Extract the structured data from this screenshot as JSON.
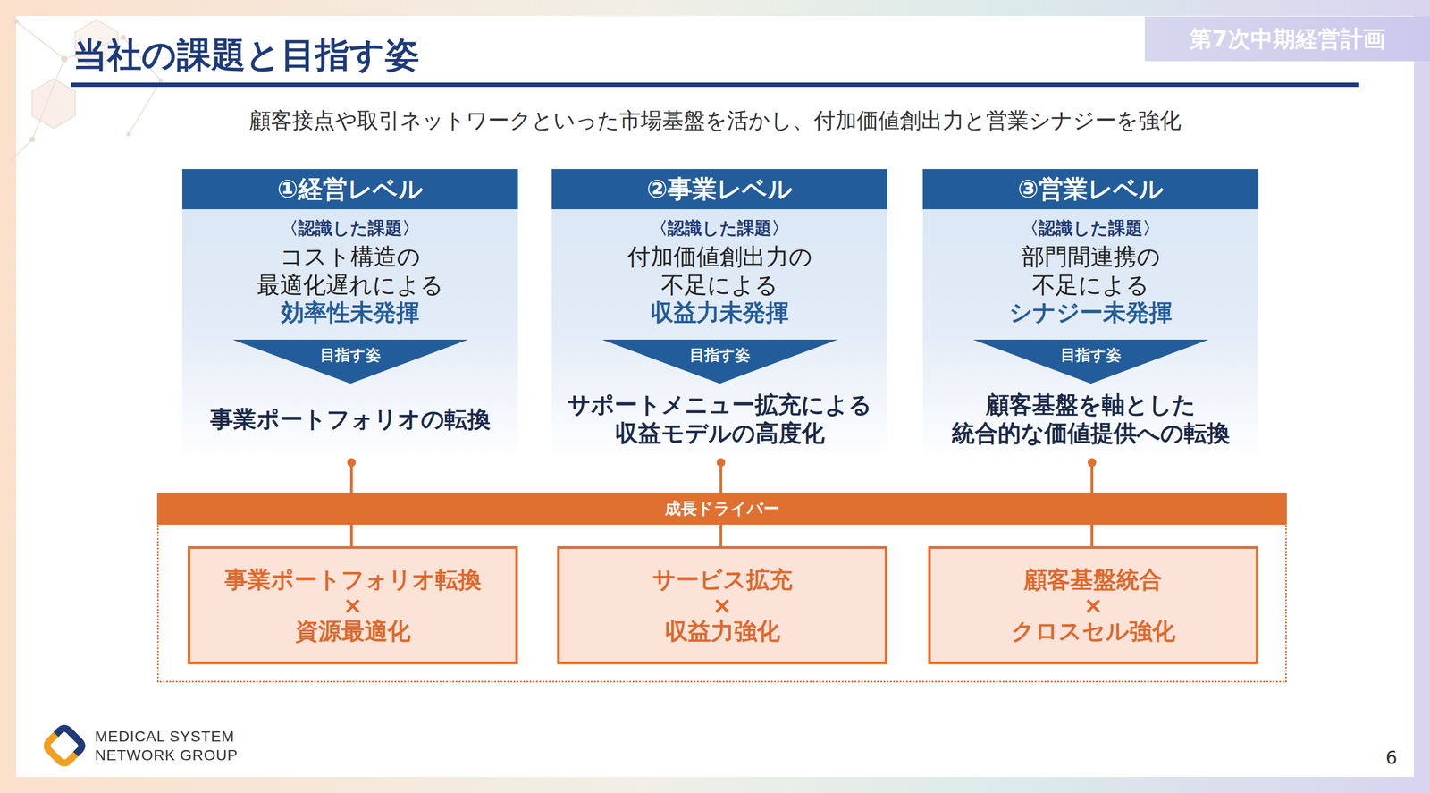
{
  "diagram": {
    "title": "当社の課題と目指す姿",
    "nodes": [
      {
        "text": [
          "①経営レベル",
          "〈認識した課題〉",
          "コスト構造の 最適化遅れによる",
          "効率性未発揮",
          "事業ポートフォリオの転換"
        ]
      },
      {
        "text": [
          "目指す姿"
        ],
        "in": 0
      },
      {
        "text": [
          "②事業レベル",
          "〈認識した課題〉",
          "付加価値創出力の 不足による",
          "収益力未発揮",
          "サポートメニュー拡充による 収益モデルの高度化"
        ]
      },
      {
        "text": [
          "目指す姿"
        ],
        "in": 2
      },
      {
        "text": [
          "③営業レベル",
          "〈認識した課題〉",
          "部門間連携の 不足による",
          "シナジー未発揮",
          "顧客基盤を軸とした 統合的な価値提供への転換"
        ]
      },
      {
        "text": [
          "目指す姿"
        ],
        "in": 4
      },
      {
        "text": [
          "成長ドライバー"
        ]
      },
      {
        "text": [
          "事業ポートフォリオ転換",
          "×",
          "資源最適化"
        ],
        "in": 6
      },
      {
        "text": [
          "サービス拡充",
          "×",
          "収益力強化"
        ],
        "in": 6
      },
      {
        "text": [
          "顧客基盤統合",
          "×",
          "クロスセル強化"
        ],
        "in": 6
      }
    ],
    "edges": [
      {
        "from": 0,
        "to": 7,
        "arrow": "none"
      },
      {
        "from": 2,
        "to": 8,
        "arrow": "none"
      },
      {
        "from": 4,
        "to": 9,
        "arrow": "none"
      }
    ],
    "labels": [
      "顧客接点や取引ネットワークといった市場基盤を活かし、付加価値創出力と営業シナジーを強化",
      "第7次中期経営計画",
      "MEDICAL SYSTEM NETWORK GROUP",
      "6"
    ]
  }
}
